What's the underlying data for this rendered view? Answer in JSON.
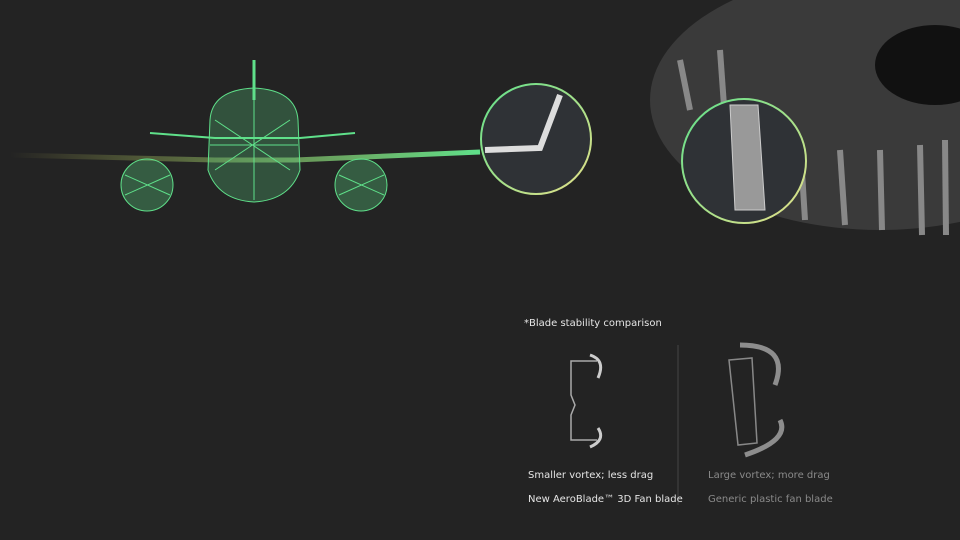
{
  "comparison": {
    "title": "*Blade stability comparison",
    "left": {
      "effect": "Smaller vortex; less drag",
      "name": "New AeroBlade™ 3D Fan blade"
    },
    "right": {
      "effect": "Large vortex; more drag",
      "name": "Generic plastic fan blade"
    }
  },
  "colors": {
    "background": "#232323",
    "accent": "#5fe08a"
  }
}
